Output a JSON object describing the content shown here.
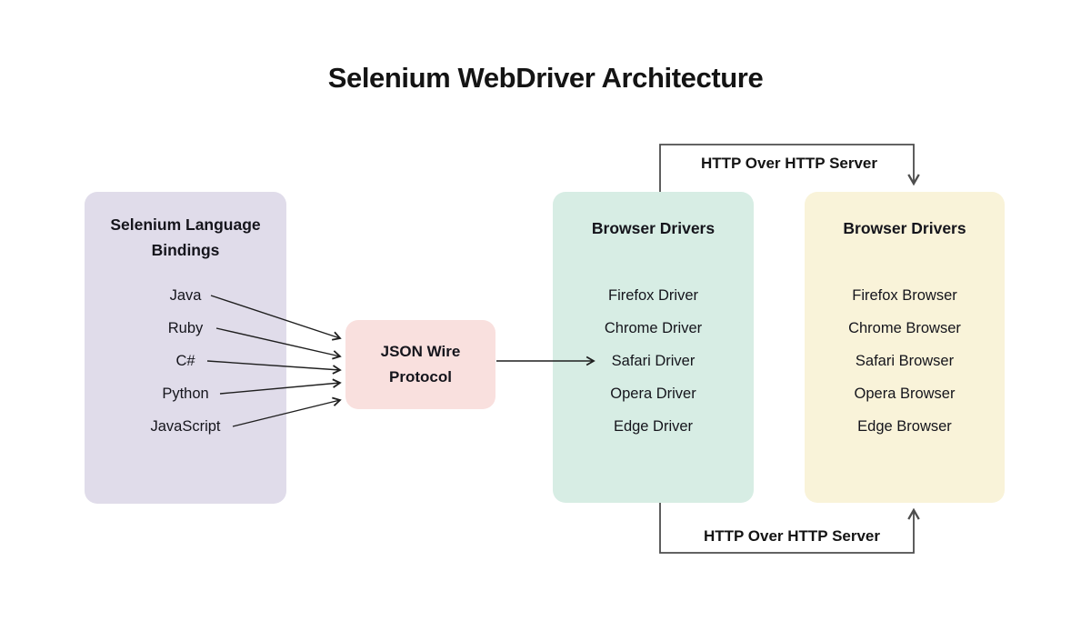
{
  "title": "Selenium WebDriver Architecture",
  "bindings_box": {
    "title_line1": "Selenium Language",
    "title_line2": "Bindings",
    "items": [
      "Java",
      "Ruby",
      "C#",
      "Python",
      "JavaScript"
    ]
  },
  "protocol_box": {
    "line1": "JSON Wire",
    "line2": "Protocol"
  },
  "drivers_box": {
    "title": "Browser Drivers",
    "items": [
      "Firefox Driver",
      "Chrome Driver",
      "Safari Driver",
      "Opera Driver",
      "Edge Driver"
    ]
  },
  "browsers_box": {
    "title": "Browser Drivers",
    "items": [
      "Firefox Browser",
      "Chrome Browser",
      "Safari Browser",
      "Opera Browser",
      "Edge Browser"
    ]
  },
  "connectors": {
    "top_label": "HTTP Over HTTP Server",
    "bottom_label": "HTTP Over HTTP Server"
  },
  "colors": {
    "bindings_bg": "#E0DCEA",
    "protocol_bg": "#F9E0DE",
    "drivers_bg": "#D7EDE4",
    "browsers_bg": "#F9F3D9",
    "connector_line": "#4d4d4d",
    "arrow_line": "#1f1f1f",
    "text": "#16161d",
    "page_bg": "#ffffff"
  }
}
